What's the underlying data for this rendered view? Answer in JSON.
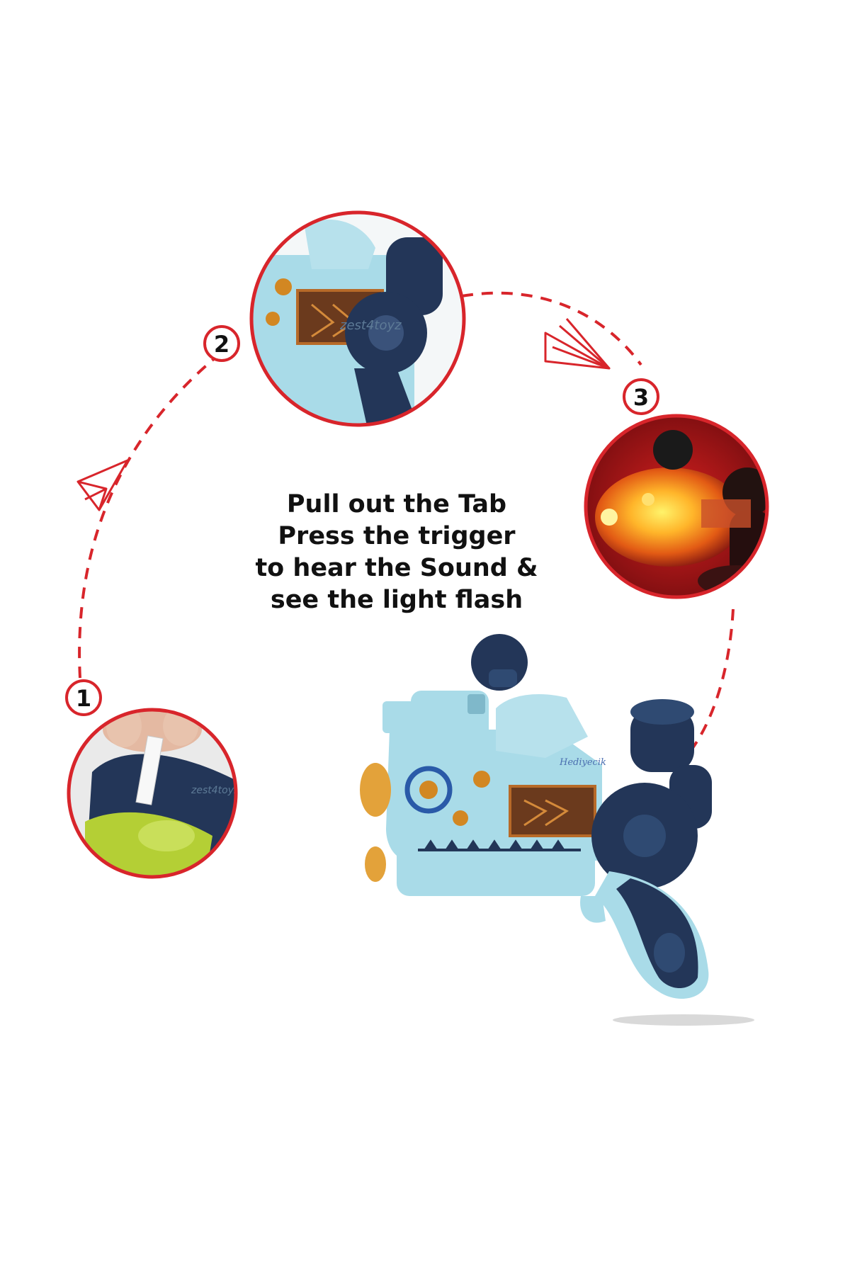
{
  "steps": [
    {
      "number": "1",
      "caption": "Pull out the Tab"
    },
    {
      "number": "2",
      "caption": "Press the trigger"
    },
    {
      "number": "3",
      "caption": "to hear the Sound & see the light flash"
    }
  ],
  "instructions": {
    "line1": "Pull out the Tab",
    "line2": "Press the trigger",
    "line3": "to hear the Sound &",
    "line4": "see the light flash"
  },
  "watermark": "zest4toyz",
  "toy_label": "Hediyecik",
  "colors": {
    "accent_red": "#d8252b",
    "toy_light_blue": "#a9dbe8",
    "toy_navy": "#223555",
    "tab_green": "#b4cf35",
    "glow_orange": "#ff9a1f"
  }
}
